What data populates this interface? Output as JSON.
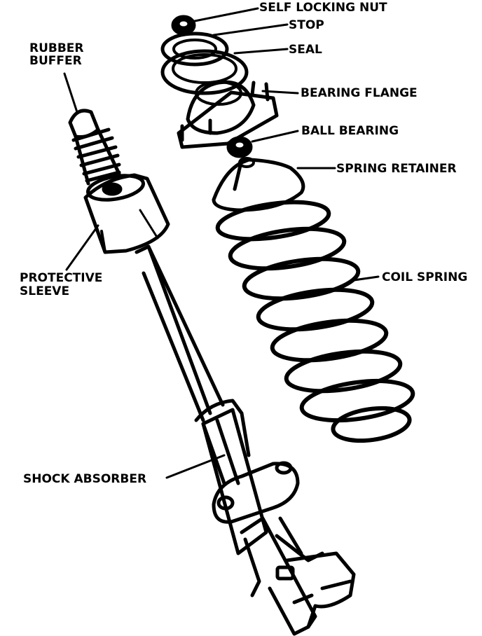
{
  "labels": {
    "self_locking_nut": "SELF LOCKING NUT",
    "stop": "STOP",
    "seal": "SEAL",
    "bearing_flange": "BEARING FLANGE",
    "ball_bearing": "BALL BEARING",
    "spring_retainer": "SPRING RETAINER",
    "coil_spring": "COIL SPRING",
    "rubber_buffer_line1": "RUBBER",
    "rubber_buffer_line2": "BUFFER",
    "protective_sleeve_line1": "PROTECTIVE",
    "protective_sleeve_line2": "SLEEVE",
    "shock_absorber": "SHOCK ABSORBER"
  },
  "colors": {
    "ink": "#000000",
    "paper": "#ffffff"
  }
}
